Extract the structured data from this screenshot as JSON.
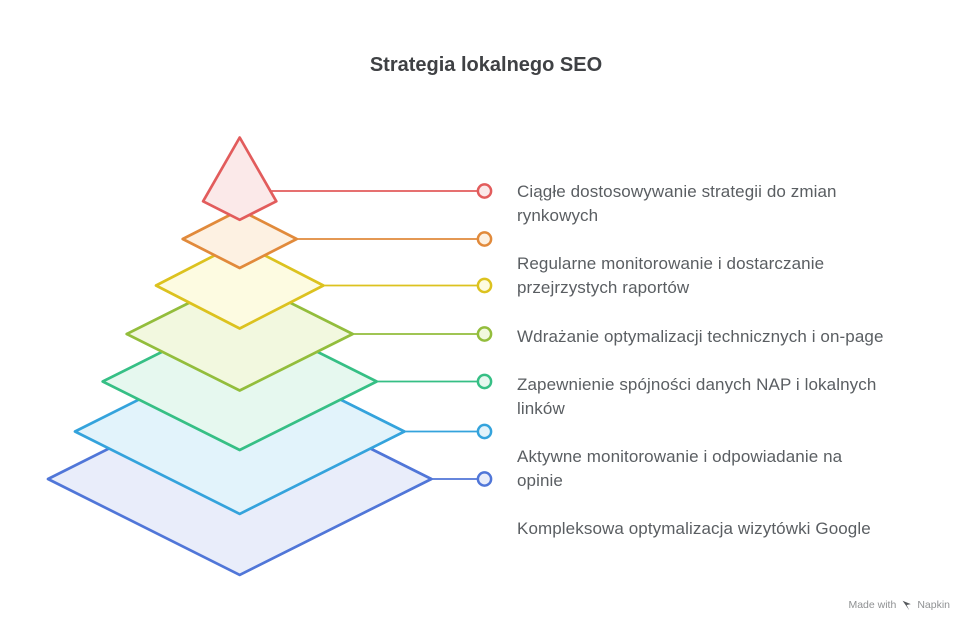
{
  "title": "Strategia lokalnego SEO",
  "pyramid": {
    "layers": [
      {
        "id": 1,
        "position": "top",
        "stroke": "#e25c5c",
        "fill": "#fbe9e9"
      },
      {
        "id": 2,
        "position": "second",
        "stroke": "#e18a3b",
        "fill": "#fdf1e2"
      },
      {
        "id": 3,
        "position": "third",
        "stroke": "#dcc21f",
        "fill": "#fdfbe1"
      },
      {
        "id": 4,
        "position": "fourth",
        "stroke": "#93bd3c",
        "fill": "#f2f8df"
      },
      {
        "id": 5,
        "position": "fifth",
        "stroke": "#36bf85",
        "fill": "#e6f8ef"
      },
      {
        "id": 6,
        "position": "sixth",
        "stroke": "#34a3dc",
        "fill": "#e2f3fb"
      },
      {
        "id": 7,
        "position": "bottom",
        "stroke": "#5076d8",
        "fill": "#e9edfa"
      }
    ]
  },
  "labels": [
    {
      "lines": [
        "Ciągłe dostosowywanie strategii do zmian",
        "rynkowych"
      ]
    },
    {
      "lines": [
        "Regularne monitorowanie i dostarczanie",
        "przejrzystych raportów"
      ]
    },
    {
      "lines": [
        "Wdrażanie optymalizacji technicznych i on-page"
      ]
    },
    {
      "lines": [
        "Zapewnienie spójności danych NAP i lokalnych",
        "linków"
      ]
    },
    {
      "lines": [
        "Aktywne monitorowanie i odpowiadanie na",
        "opinie"
      ]
    },
    {
      "lines": [
        "Kompleksowa optymalizacja wizytówki Google"
      ]
    }
  ],
  "watermark": {
    "prefix": "Made with",
    "brand": "Napkin"
  },
  "text_colors": {
    "title": "#3f4144",
    "label": "#5a5e62",
    "watermark": "#8f9193",
    "logo": "#55585c"
  }
}
